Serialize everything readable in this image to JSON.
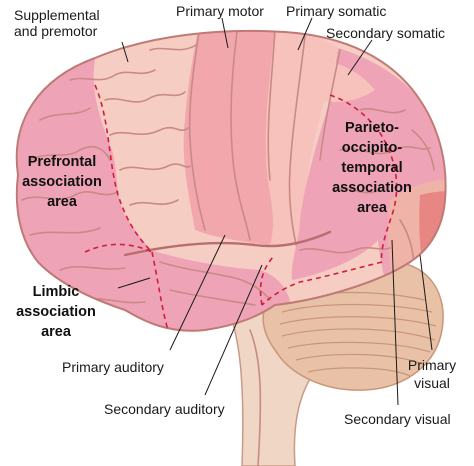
{
  "labels": {
    "supplemental_line1": "Supplemental",
    "supplemental_line2": "and premotor",
    "primary_motor": "Primary motor",
    "primary_somatic": "Primary somatic",
    "secondary_somatic": "Secondary somatic",
    "prefrontal_line1": "Prefrontal",
    "prefrontal_line2": "association",
    "prefrontal_line3": "area",
    "parieto_line1": "Parieto-",
    "parieto_line2": "occipito-",
    "parieto_line3": "temporal",
    "parieto_line4": "association",
    "parieto_line5": "area",
    "limbic_line1": "Limbic",
    "limbic_line2": "association",
    "limbic_line3": "area",
    "primary_auditory": "Primary auditory",
    "secondary_auditory": "Secondary auditory",
    "secondary_visual": "Secondary visual",
    "primary_visual_line1": "Primary",
    "primary_visual_line2": "visual"
  },
  "colors": {
    "brain_base": "#f6cdc2",
    "association": "#eea4b6",
    "motor": "#f2a7ad",
    "somatic": "#f6c2bb",
    "visual": "#e88683",
    "cerebellum": "#e9c1a6",
    "brainstem": "#f0d6c4",
    "boundary": "#d21e3a"
  }
}
